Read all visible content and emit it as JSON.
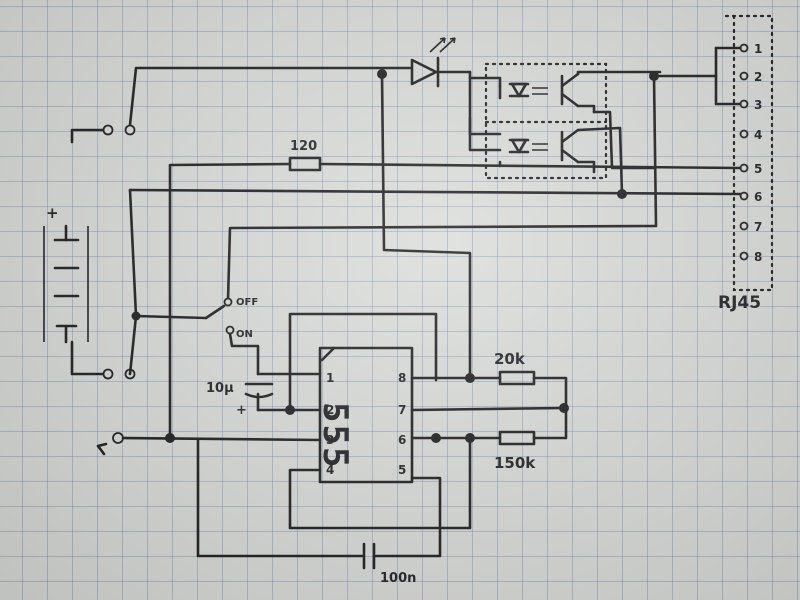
{
  "components": {
    "resistor_r1": "120",
    "resistor_r2": "20k",
    "resistor_r3": "150k",
    "capacitor_c1": "10µ",
    "capacitor_c1_polarity": "+",
    "capacitor_c2": "100n",
    "ic": "555",
    "switch_off": "OFF",
    "switch_on": "ON",
    "battery_polarity": "+",
    "connector": "RJ45"
  },
  "ic_pins": [
    "1",
    "2",
    "3",
    "4",
    "8",
    "7",
    "6",
    "5"
  ],
  "rj45_pins": [
    "1",
    "2",
    "3",
    "4",
    "5",
    "6",
    "7",
    "8"
  ],
  "colors": {
    "paper": "#dadcd9",
    "grid": "#5a78aa",
    "ink": "#1a1a1c"
  }
}
